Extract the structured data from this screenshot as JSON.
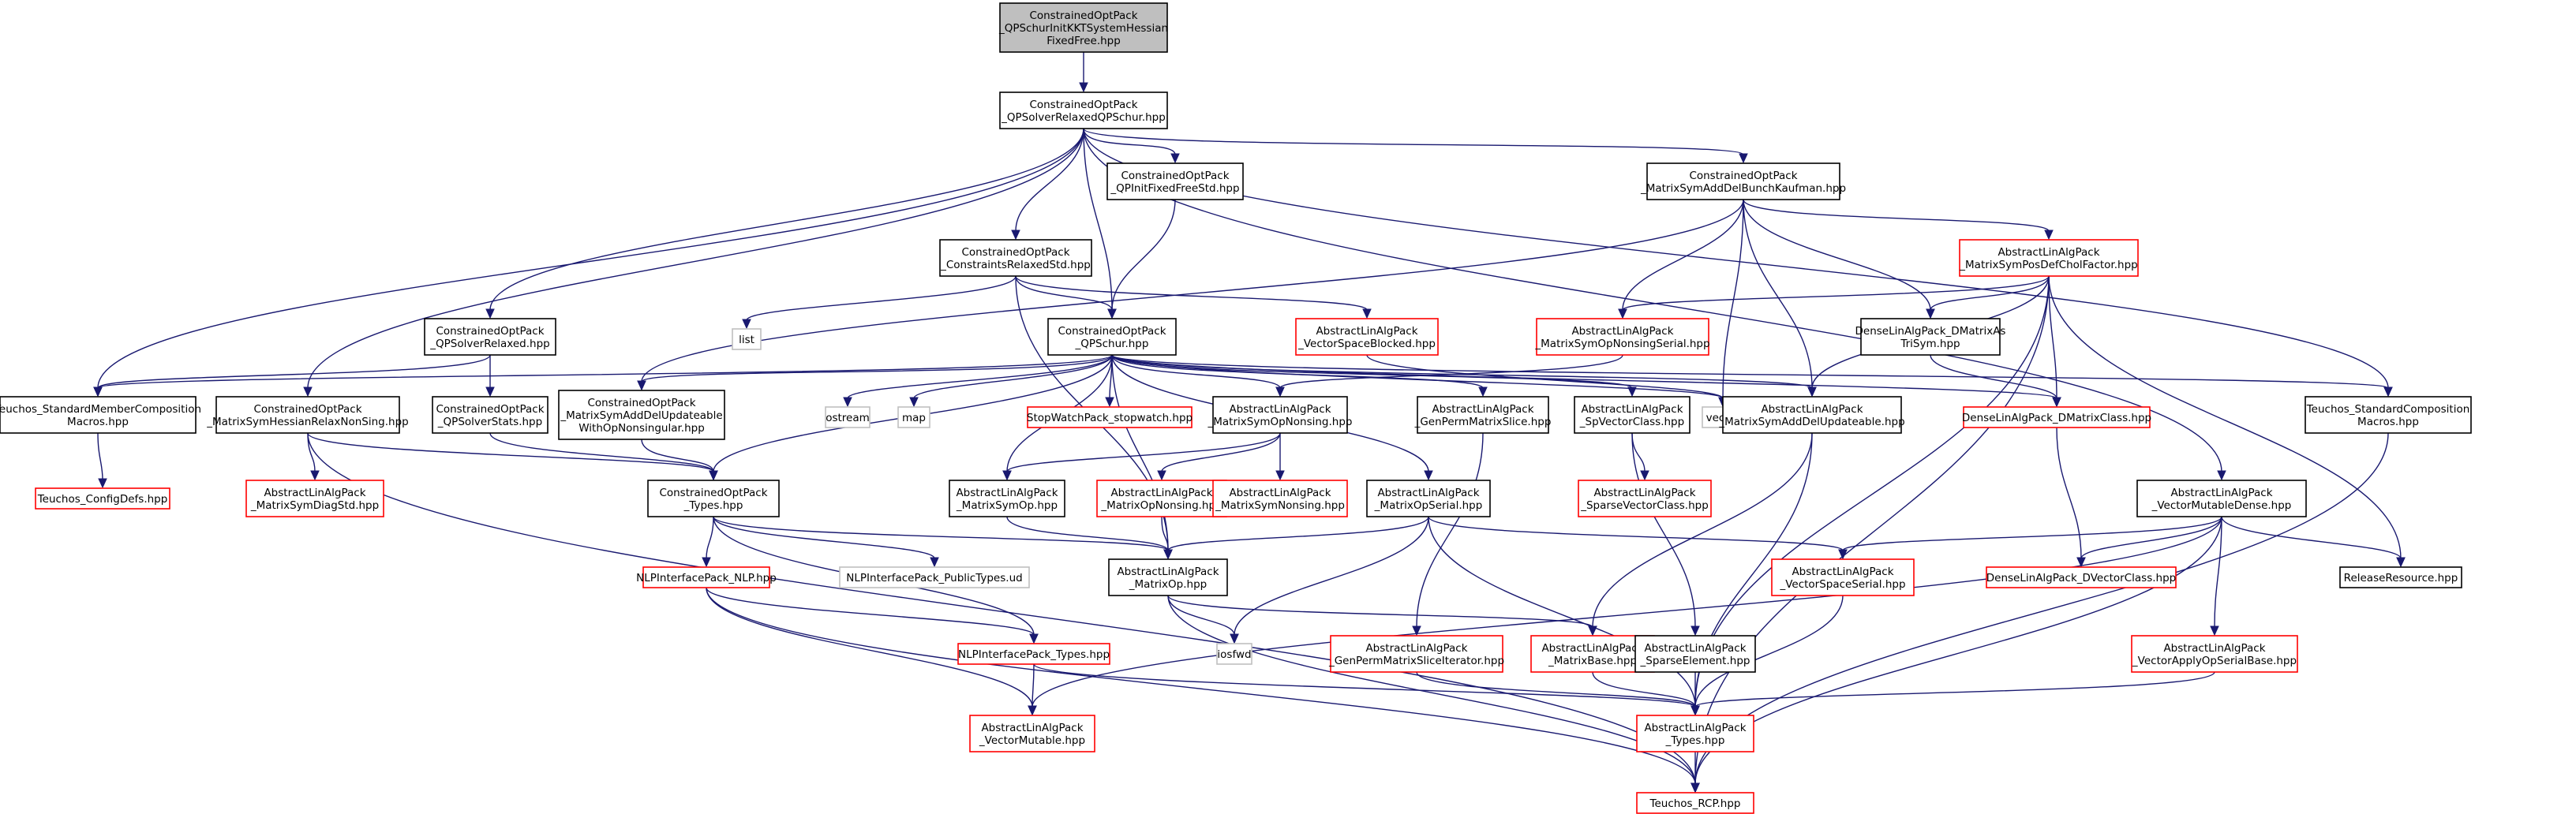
{
  "title": "",
  "colors": {
    "edge": "#191970",
    "node_fill": "#ffffff",
    "root_fill": "#bfbfbf",
    "border_normal": "#000000",
    "border_undocumented": "#ff0000",
    "border_external": "#bfbfbf"
  },
  "nodes": [
    {
      "id": "root",
      "label": [
        "ConstrainedOptPack",
        "_QPSchurInitKKTSystemHessian",
        "FixedFree.hpp"
      ],
      "style": "root"
    },
    {
      "id": "relaxed_schur",
      "label": [
        "ConstrainedOptPack",
        "_QPSolverRelaxedQPSchur.hpp"
      ],
      "style": "normal"
    },
    {
      "id": "init_fixed",
      "label": [
        "ConstrainedOptPack",
        "_QPInitFixedFreeStd.hpp"
      ],
      "style": "normal"
    },
    {
      "id": "symadd_bk",
      "label": [
        "ConstrainedOptPack",
        "_MatrixSymAddDelBunchKaufman.hpp"
      ],
      "style": "normal"
    },
    {
      "id": "constraints_relaxed",
      "label": [
        "ConstrainedOptPack",
        "_ConstraintsRelaxedStd.hpp"
      ],
      "style": "normal"
    },
    {
      "id": "pos_def_chol",
      "label": [
        "AbstractLinAlgPack",
        "_MatrixSymPosDefCholFactor.hpp"
      ],
      "style": "undocumented"
    },
    {
      "id": "qpsolver_relaxed",
      "label": [
        "ConstrainedOptPack",
        "_QPSolverRelaxed.hpp"
      ],
      "style": "normal"
    },
    {
      "id": "list",
      "label": [
        "list"
      ],
      "style": "external"
    },
    {
      "id": "qpschur",
      "label": [
        "ConstrainedOptPack",
        "_QPSchur.hpp"
      ],
      "style": "normal"
    },
    {
      "id": "vs_blocked",
      "label": [
        "AbstractLinAlgPack",
        "_VectorSpaceBlocked.hpp"
      ],
      "style": "undocumented"
    },
    {
      "id": "sym_op_nonsing_serial",
      "label": [
        "AbstractLinAlgPack",
        "_MatrixSymOpNonsingSerial.hpp"
      ],
      "style": "undocumented"
    },
    {
      "id": "dmatrix_as_tri",
      "label": [
        "DenseLinAlgPack_DMatrixAs",
        "TriSym.hpp"
      ],
      "style": "normal"
    },
    {
      "id": "std_member_comp",
      "label": [
        "Teuchos_StandardMemberComposition",
        "Macros.hpp"
      ],
      "style": "normal"
    },
    {
      "id": "hessian_relax",
      "label": [
        "ConstrainedOptPack",
        "_MatrixSymHessianRelaxNonSing.hpp"
      ],
      "style": "normal"
    },
    {
      "id": "qpsolver_stats",
      "label": [
        "ConstrainedOptPack",
        "_QPSolverStats.hpp"
      ],
      "style": "normal"
    },
    {
      "id": "symadd_upd_nonsing",
      "label": [
        "ConstrainedOptPack",
        "_MatrixSymAddDelUpdateable",
        "WithOpNonsingular.hpp"
      ],
      "style": "normal"
    },
    {
      "id": "ostream",
      "label": [
        "ostream"
      ],
      "style": "external"
    },
    {
      "id": "map",
      "label": [
        "map"
      ],
      "style": "external"
    },
    {
      "id": "stopwatch",
      "label": [
        "StopWatchPack_stopwatch.hpp"
      ],
      "style": "undocumented"
    },
    {
      "id": "sym_op_nonsing",
      "label": [
        "AbstractLinAlgPack",
        "_MatrixSymOpNonsing.hpp"
      ],
      "style": "normal"
    },
    {
      "id": "gen_perm_slice",
      "label": [
        "AbstractLinAlgPack",
        "_GenPermMatrixSlice.hpp"
      ],
      "style": "normal"
    },
    {
      "id": "sp_vector_class",
      "label": [
        "AbstractLinAlgPack",
        "_SpVectorClass.hpp"
      ],
      "style": "normal"
    },
    {
      "id": "vector",
      "label": [
        "vector"
      ],
      "style": "external"
    },
    {
      "id": "symadd_upd",
      "label": [
        "AbstractLinAlgPack",
        "_MatrixSymAddDelUpdateable.hpp"
      ],
      "style": "normal"
    },
    {
      "id": "dmatrix_class",
      "label": [
        "DenseLinAlgPack_DMatrixClass.hpp"
      ],
      "style": "undocumented"
    },
    {
      "id": "std_comp",
      "label": [
        "Teuchos_StandardComposition",
        "Macros.hpp"
      ],
      "style": "normal"
    },
    {
      "id": "config_defs",
      "label": [
        "Teuchos_ConfigDefs.hpp"
      ],
      "style": "undocumented"
    },
    {
      "id": "sym_diag_std",
      "label": [
        "AbstractLinAlgPack",
        "_MatrixSymDiagStd.hpp"
      ],
      "style": "undocumented"
    },
    {
      "id": "copt_types",
      "label": [
        "ConstrainedOptPack",
        "_Types.hpp"
      ],
      "style": "normal"
    },
    {
      "id": "sym_op",
      "label": [
        "AbstractLinAlgPack",
        "_MatrixSymOp.hpp"
      ],
      "style": "normal"
    },
    {
      "id": "op_nonsing",
      "label": [
        "AbstractLinAlgPack",
        "_MatrixOpNonsing.hpp"
      ],
      "style": "undocumented"
    },
    {
      "id": "sym_nonsing",
      "label": [
        "AbstractLinAlgPack",
        "_MatrixSymNonsing.hpp"
      ],
      "style": "undocumented"
    },
    {
      "id": "op_serial",
      "label": [
        "AbstractLinAlgPack",
        "_MatrixOpSerial.hpp"
      ],
      "style": "normal"
    },
    {
      "id": "sparse_vector_class",
      "label": [
        "AbstractLinAlgPack",
        "_SparseVectorClass.hpp"
      ],
      "style": "undocumented"
    },
    {
      "id": "vec_mut_dense",
      "label": [
        "AbstractLinAlgPack",
        "_VectorMutableDense.hpp"
      ],
      "style": "normal"
    },
    {
      "id": "nlp",
      "label": [
        "NLPInterfacePack_NLP.hpp"
      ],
      "style": "undocumented"
    },
    {
      "id": "public_types",
      "label": [
        "NLPInterfacePack_PublicTypes.ud"
      ],
      "style": "external"
    },
    {
      "id": "matrix_op",
      "label": [
        "AbstractLinAlgPack",
        "_MatrixOp.hpp"
      ],
      "style": "normal"
    },
    {
      "id": "vs_serial",
      "label": [
        "AbstractLinAlgPack",
        "_VectorSpaceSerial.hpp"
      ],
      "style": "undocumented"
    },
    {
      "id": "dvector_class",
      "label": [
        "DenseLinAlgPack_DVectorClass.hpp"
      ],
      "style": "undocumented"
    },
    {
      "id": "release_resource",
      "label": [
        "ReleaseResource.hpp"
      ],
      "style": "normal"
    },
    {
      "id": "iosfwd",
      "label": [
        "iosfwd"
      ],
      "style": "external"
    },
    {
      "id": "nlp_types",
      "label": [
        "NLPInterfacePack_Types.hpp"
      ],
      "style": "undocumented"
    },
    {
      "id": "gen_perm_iter",
      "label": [
        "AbstractLinAlgPack",
        "_GenPermMatrixSliceIterator.hpp"
      ],
      "style": "undocumented"
    },
    {
      "id": "matrix_base",
      "label": [
        "AbstractLinAlgPack",
        "_MatrixBase.hpp"
      ],
      "style": "undocumented"
    },
    {
      "id": "sparse_element",
      "label": [
        "AbstractLinAlgPack",
        "_SparseElement.hpp"
      ],
      "style": "normal"
    },
    {
      "id": "vec_apply_op",
      "label": [
        "AbstractLinAlgPack",
        "_VectorApplyOpSerialBase.hpp"
      ],
      "style": "undocumented"
    },
    {
      "id": "vec_mutable",
      "label": [
        "AbstractLinAlgPack",
        "_VectorMutable.hpp"
      ],
      "style": "undocumented"
    },
    {
      "id": "alap_types",
      "label": [
        "AbstractLinAlgPack",
        "_Types.hpp"
      ],
      "style": "undocumented"
    },
    {
      "id": "rcp",
      "label": [
        "Teuchos_RCP.hpp"
      ],
      "style": "undocumented"
    }
  ],
  "edges": [
    [
      "root",
      "relaxed_schur"
    ],
    [
      "relaxed_schur",
      "init_fixed"
    ],
    [
      "relaxed_schur",
      "symadd_bk"
    ],
    [
      "relaxed_schur",
      "constraints_relaxed"
    ],
    [
      "relaxed_schur",
      "qpsolver_relaxed"
    ],
    [
      "relaxed_schur",
      "qpschur"
    ],
    [
      "relaxed_schur",
      "std_member_comp"
    ],
    [
      "relaxed_schur",
      "hessian_relax"
    ],
    [
      "relaxed_schur",
      "std_comp"
    ],
    [
      "relaxed_schur",
      "vec_mut_dense"
    ],
    [
      "init_fixed",
      "qpschur"
    ],
    [
      "symadd_bk",
      "pos_def_chol"
    ],
    [
      "symadd_bk",
      "sym_op_nonsing_serial"
    ],
    [
      "symadd_bk",
      "dmatrix_as_tri"
    ],
    [
      "symadd_bk",
      "vector"
    ],
    [
      "symadd_bk",
      "symadd_upd"
    ],
    [
      "symadd_bk",
      "symadd_upd_nonsing"
    ],
    [
      "constraints_relaxed",
      "list"
    ],
    [
      "constraints_relaxed",
      "qpschur"
    ],
    [
      "constraints_relaxed",
      "vs_blocked"
    ],
    [
      "constraints_relaxed",
      "matrix_op"
    ],
    [
      "pos_def_chol",
      "sym_op_nonsing_serial"
    ],
    [
      "pos_def_chol",
      "dmatrix_as_tri"
    ],
    [
      "pos_def_chol",
      "symadd_upd"
    ],
    [
      "pos_def_chol",
      "dmatrix_class"
    ],
    [
      "pos_def_chol",
      "release_resource"
    ],
    [
      "pos_def_chol",
      "alap_types"
    ],
    [
      "pos_def_chol",
      "rcp"
    ],
    [
      "qpsolver_relaxed",
      "std_member_comp"
    ],
    [
      "qpsolver_relaxed",
      "qpsolver_stats"
    ],
    [
      "qpschur",
      "std_member_comp"
    ],
    [
      "qpschur",
      "symadd_upd_nonsing"
    ],
    [
      "qpschur",
      "ostream"
    ],
    [
      "qpschur",
      "map"
    ],
    [
      "qpschur",
      "stopwatch"
    ],
    [
      "qpschur",
      "sym_op_nonsing"
    ],
    [
      "qpschur",
      "gen_perm_slice"
    ],
    [
      "qpschur",
      "sp_vector_class"
    ],
    [
      "qpschur",
      "vector"
    ],
    [
      "qpschur",
      "symadd_upd"
    ],
    [
      "qpschur",
      "dmatrix_class"
    ],
    [
      "qpschur",
      "std_comp"
    ],
    [
      "qpschur",
      "copt_types"
    ],
    [
      "qpschur",
      "sym_op"
    ],
    [
      "qpschur",
      "op_serial"
    ],
    [
      "qpschur",
      "matrix_op"
    ],
    [
      "vs_blocked",
      "vector"
    ],
    [
      "sym_op_nonsing_serial",
      "sym_op_nonsing"
    ],
    [
      "dmatrix_as_tri",
      "dmatrix_class"
    ],
    [
      "std_member_comp",
      "config_defs"
    ],
    [
      "hessian_relax",
      "sym_diag_std"
    ],
    [
      "hessian_relax",
      "copt_types"
    ],
    [
      "hessian_relax",
      "rcp"
    ],
    [
      "qpsolver_stats",
      "copt_types"
    ],
    [
      "symadd_upd_nonsing",
      "copt_types"
    ],
    [
      "sym_op_nonsing",
      "sym_op"
    ],
    [
      "sym_op_nonsing",
      "op_nonsing"
    ],
    [
      "sym_op_nonsing",
      "sym_nonsing"
    ],
    [
      "gen_perm_slice",
      "gen_perm_iter"
    ],
    [
      "sp_vector_class",
      "sparse_vector_class"
    ],
    [
      "sp_vector_class",
      "sparse_element"
    ],
    [
      "symadd_upd",
      "matrix_base"
    ],
    [
      "symadd_upd",
      "alap_types"
    ],
    [
      "dmatrix_class",
      "dvector_class"
    ],
    [
      "std_comp",
      "rcp"
    ],
    [
      "copt_types",
      "nlp"
    ],
    [
      "copt_types",
      "public_types"
    ],
    [
      "copt_types",
      "matrix_op"
    ],
    [
      "copt_types",
      "nlp_types"
    ],
    [
      "sym_op",
      "matrix_op"
    ],
    [
      "op_nonsing",
      "matrix_op"
    ],
    [
      "op_serial",
      "matrix_op"
    ],
    [
      "op_serial",
      "vs_serial"
    ],
    [
      "op_serial",
      "iosfwd"
    ],
    [
      "op_serial",
      "alap_types"
    ],
    [
      "vec_mut_dense",
      "vs_serial"
    ],
    [
      "vec_mut_dense",
      "dvector_class"
    ],
    [
      "vec_mut_dense",
      "release_resource"
    ],
    [
      "vec_mut_dense",
      "vec_apply_op"
    ],
    [
      "vec_mut_dense",
      "vec_mutable"
    ],
    [
      "vec_mut_dense",
      "rcp"
    ],
    [
      "nlp",
      "nlp_types"
    ],
    [
      "nlp",
      "vec_mutable"
    ],
    [
      "nlp",
      "rcp"
    ],
    [
      "matrix_op",
      "iosfwd"
    ],
    [
      "matrix_op",
      "matrix_base"
    ],
    [
      "matrix_op",
      "rcp"
    ],
    [
      "vs_serial",
      "alap_types"
    ],
    [
      "nlp_types",
      "vec_mutable"
    ],
    [
      "nlp_types",
      "alap_types"
    ],
    [
      "gen_perm_iter",
      "alap_types"
    ],
    [
      "matrix_base",
      "alap_types"
    ],
    [
      "sparse_element",
      "alap_types"
    ],
    [
      "vec_apply_op",
      "alap_types"
    ],
    [
      "alap_types",
      "rcp"
    ]
  ]
}
